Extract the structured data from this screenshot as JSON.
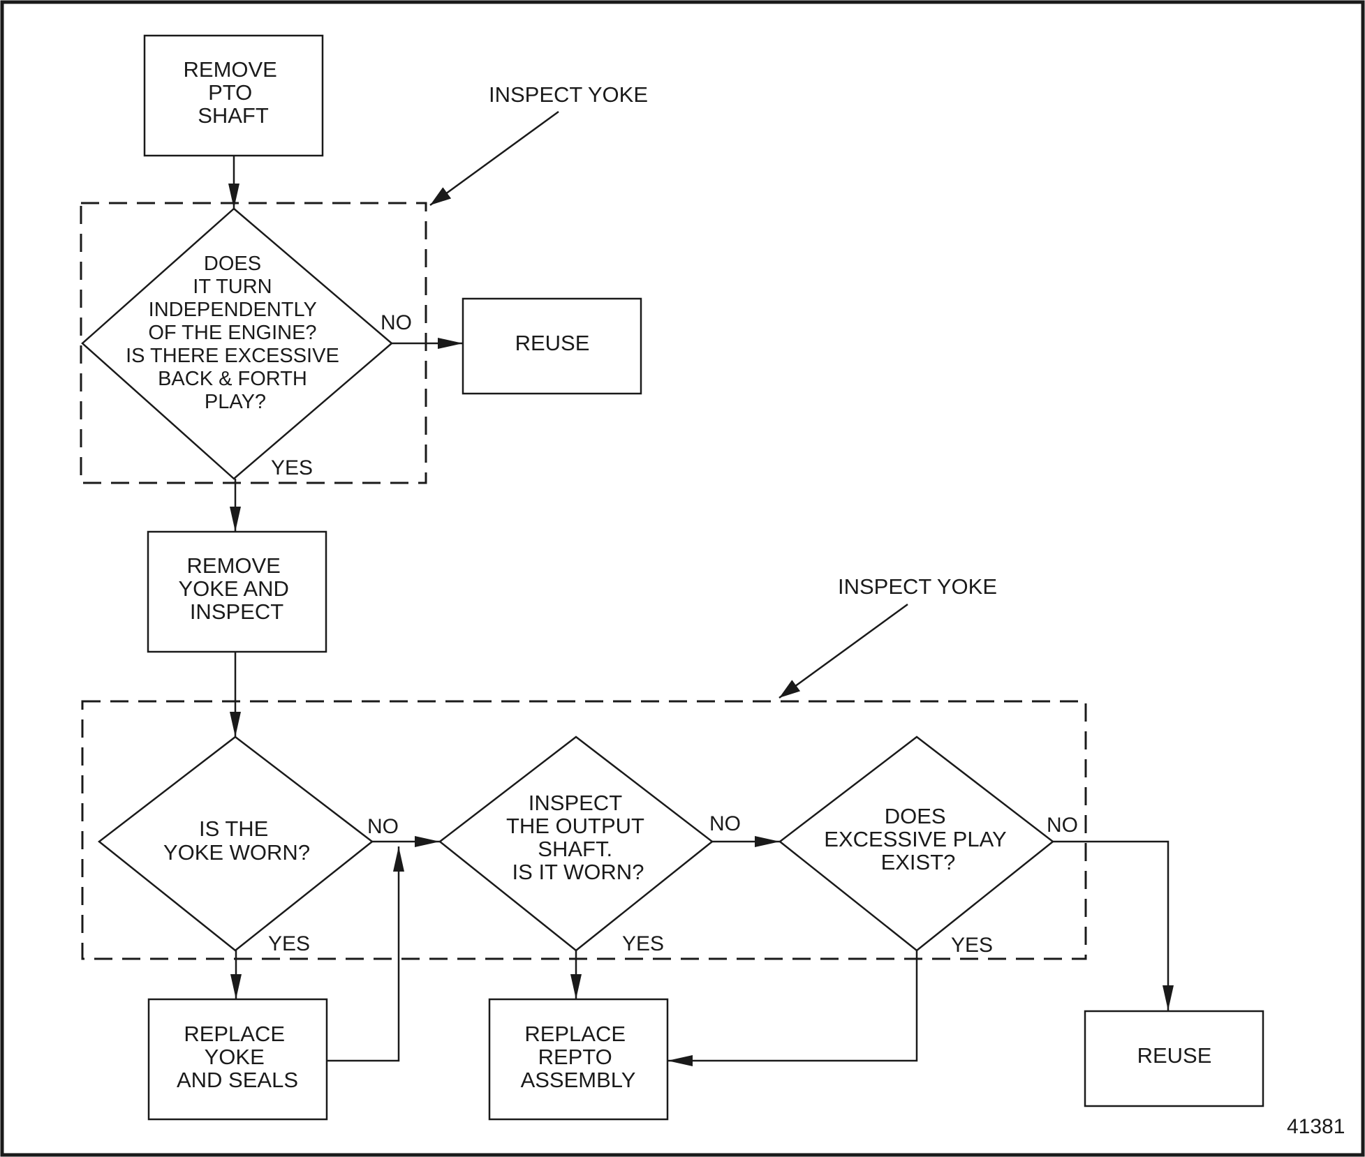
{
  "boxes": {
    "remove_pto": [
      "REMOVE",
      "PTO",
      "SHAFT"
    ],
    "reuse_top": [
      "REUSE"
    ],
    "remove_yoke": [
      "REMOVE",
      "YOKE AND",
      "INSPECT"
    ],
    "replace_yoke": [
      "REPLACE",
      "YOKE",
      "AND SEALS"
    ],
    "replace_repto": [
      "REPLACE",
      "REPTO",
      "ASSEMBLY"
    ],
    "reuse_bottom": [
      "REUSE"
    ]
  },
  "decisions": {
    "turn_play": [
      "DOES",
      "IT TURN",
      "INDEPENDENTLY",
      "OF THE ENGINE?",
      "IS THERE EXCESSIVE",
      "BACK & FORTH",
      "PLAY?"
    ],
    "yoke_worn": [
      "IS THE",
      "YOKE WORN?"
    ],
    "output_shaft": [
      "INSPECT",
      "THE OUTPUT",
      "SHAFT.",
      "IS IT WORN?"
    ],
    "excessive_play": [
      "DOES",
      "EXCESSIVE PLAY",
      "EXIST?"
    ]
  },
  "labels": {
    "inspect_yoke": "INSPECT YOKE",
    "yes": "YES",
    "no": "NO"
  },
  "figure_number": "41381",
  "colors": {
    "ink": "#1a1a1a",
    "background": "#ffffff"
  }
}
